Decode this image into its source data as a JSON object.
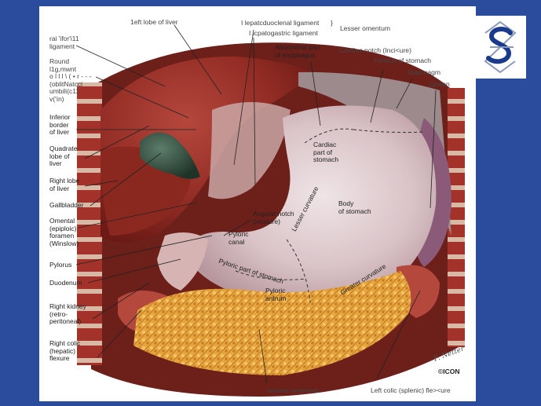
{
  "labels": {
    "left_lobe_liver": "1eft lobe of liver",
    "hepatoduodenal": "I lepatcduoclenal ligament",
    "bracket": "}",
    "lesser_omentum": "Lesser omentum",
    "hepatogastric": "I lcpatogastric ligament",
    "abdominal_esophagus": "Abdominal part\nof esophagus",
    "cardiac_notch": "Cardiac notch (Inci<ure)",
    "fundus": "Fundus of stomach",
    "diaphragm": "Diaphragm",
    "spleen": "Spleen",
    "falciform": "rai 'ifor'i11\nligament",
    "round_ligament": "Round\nl1g,mwnt\no l l l \\ ( • r - - -\n(oblitNatccl\numbili(c11\nv('ín)",
    "inferior_border": "Inferior\nborder\nof liver",
    "quadrate_lobe": "Quadrate\nlobe of\nliver",
    "right_lobe": "Right lobe\nof liver",
    "gallbladder": "Gallbladder",
    "omental_foramen": "Omental\n(epiploic)\nforamen\n(Winslow)",
    "pylorus": "Pylorus",
    "duodenum": "Duodenum",
    "right_kidney": "Right kidney\n(retro-\nperitoneal)",
    "right_colic": "Right colic\n(hepatic)\nflexure",
    "cardiac_part": "Cardiac\npart of\nstomach",
    "lesser_curvature": "Lesser curvature",
    "angular_notch": "Angular notch\n(incisure)",
    "body_stomach": "Body\nof stomach",
    "pyloric_canal": "Pyloric\ncanal",
    "pyloric_part": "Pyloric part of stomach",
    "pyloric_antrum": "Pyloric\nantrum",
    "greater_curvature": "Greater curvature",
    "greater_omentum": "Greater omentum",
    "left_colic": "Left colic (splenic) fle><ure",
    "signature": "F. Netter",
    "publisher": "©ICON"
  },
  "colors": {
    "slide_background": "#2b4c9c",
    "liver": "#8e2a22",
    "stomach": "#d8c2c6",
    "omentum_fat": "#e8a23a",
    "gallbladder": "#2e4a3a",
    "label_text": "#444444"
  },
  "icons": {
    "logo": "stylized-S-logo-icon"
  }
}
